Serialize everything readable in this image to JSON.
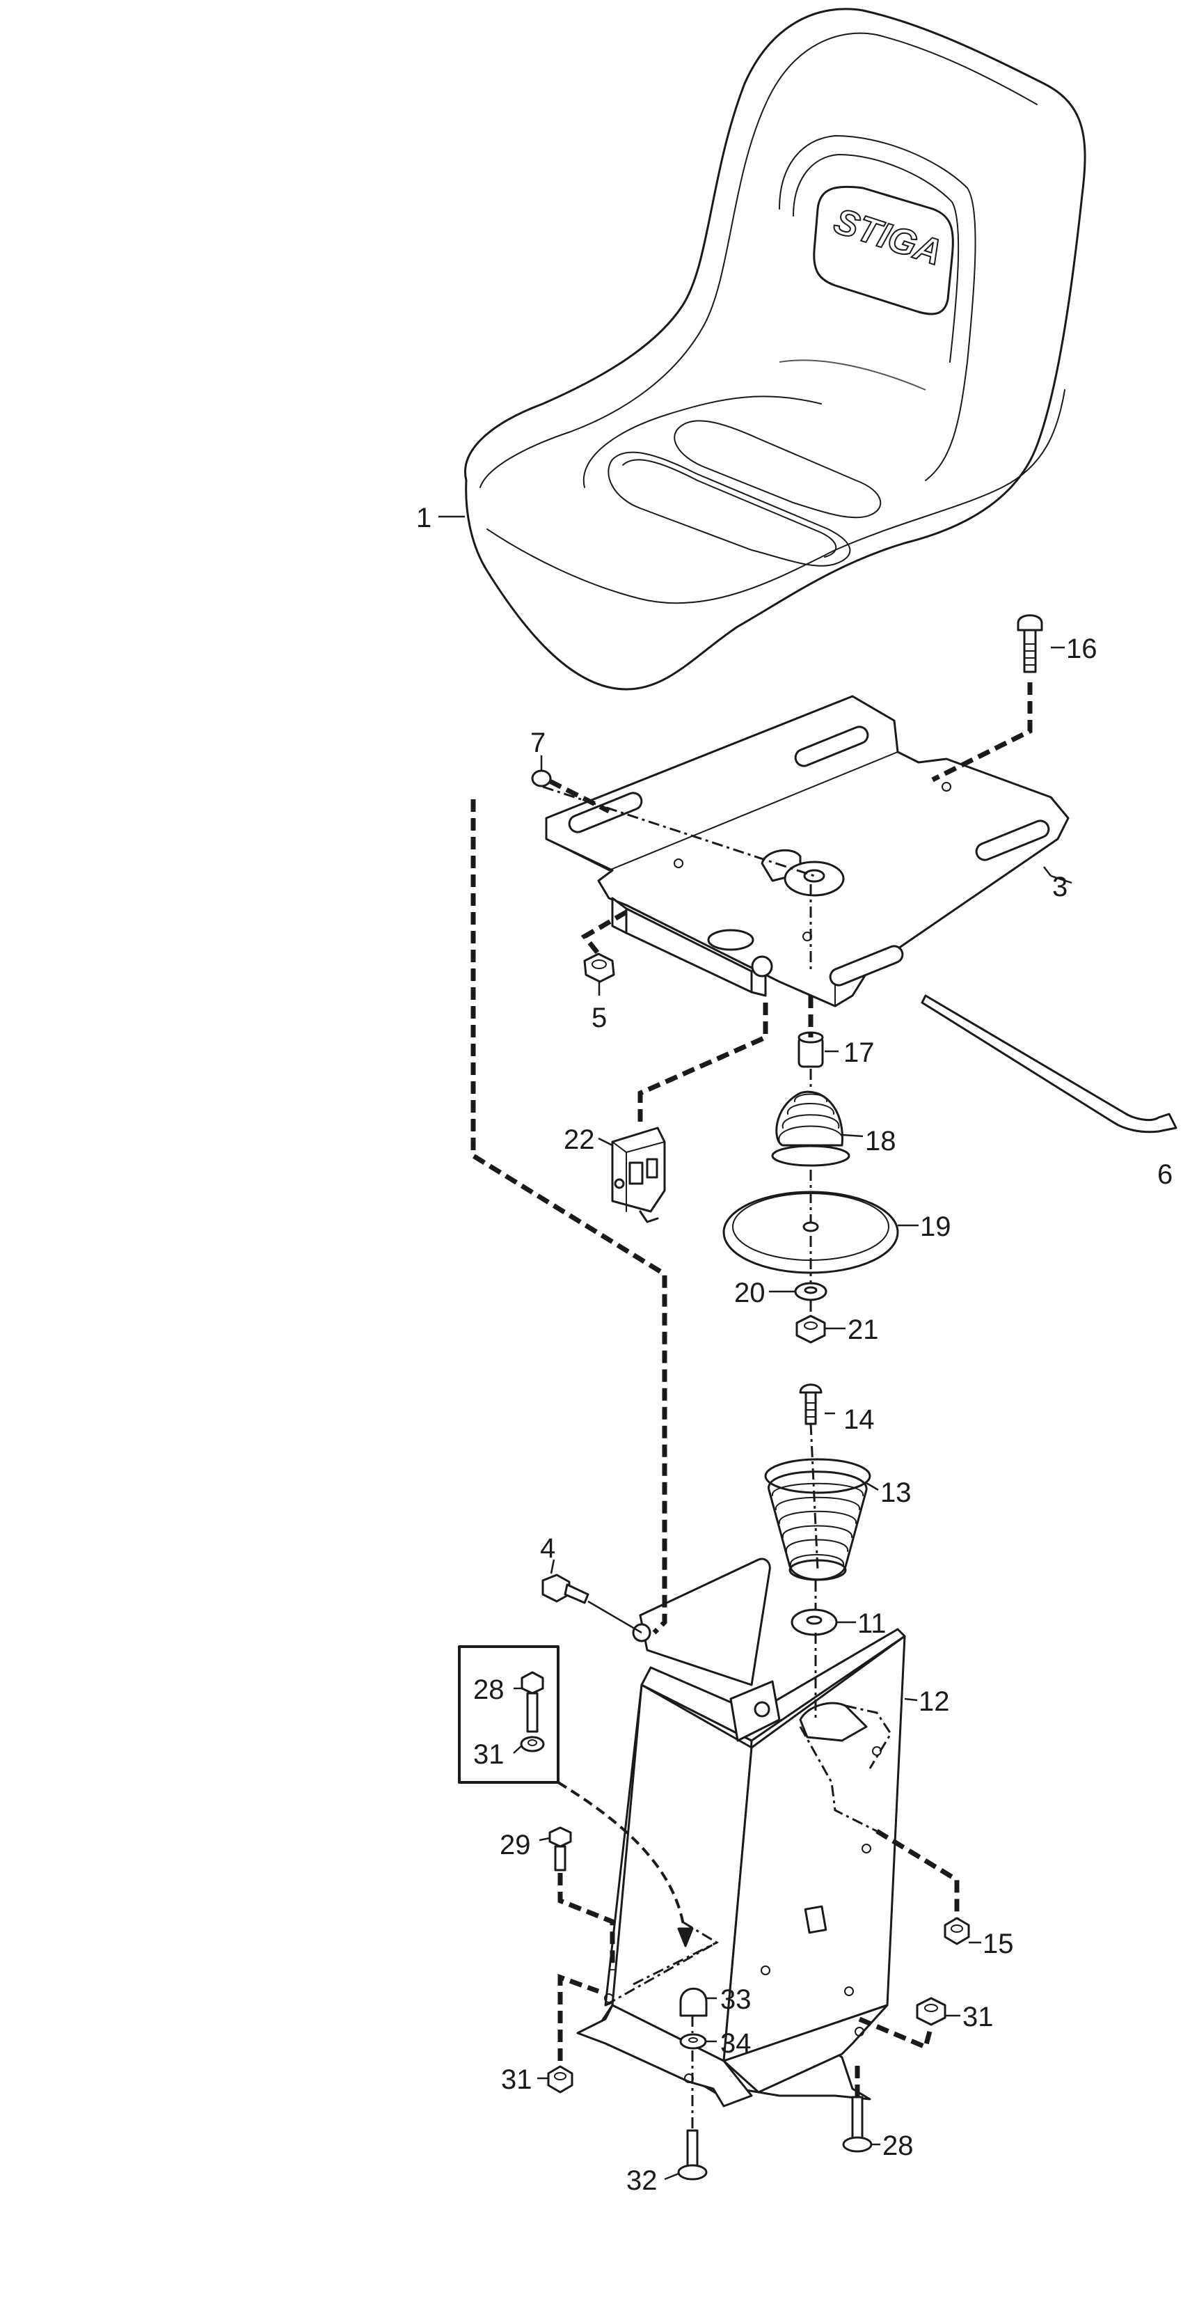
{
  "brand": {
    "logo_text": "STIGA"
  },
  "callouts": [
    {
      "id": "c1",
      "label": "1"
    },
    {
      "id": "c3",
      "label": "3"
    },
    {
      "id": "c4",
      "label": "4"
    },
    {
      "id": "c5",
      "label": "5"
    },
    {
      "id": "c6",
      "label": "6"
    },
    {
      "id": "c7",
      "label": "7"
    },
    {
      "id": "c11",
      "label": "11"
    },
    {
      "id": "c12",
      "label": "12"
    },
    {
      "id": "c13",
      "label": "13"
    },
    {
      "id": "c14",
      "label": "14"
    },
    {
      "id": "c15",
      "label": "15"
    },
    {
      "id": "c16",
      "label": "16"
    },
    {
      "id": "c17",
      "label": "17"
    },
    {
      "id": "c18",
      "label": "18"
    },
    {
      "id": "c19",
      "label": "19"
    },
    {
      "id": "c20",
      "label": "20"
    },
    {
      "id": "c21",
      "label": "21"
    },
    {
      "id": "c22",
      "label": "22"
    },
    {
      "id": "c28a",
      "label": "28"
    },
    {
      "id": "c28b",
      "label": "28"
    },
    {
      "id": "c29",
      "label": "29"
    },
    {
      "id": "c31a",
      "label": "31"
    },
    {
      "id": "c31b",
      "label": "31"
    },
    {
      "id": "c31c",
      "label": "31"
    },
    {
      "id": "c32",
      "label": "32"
    },
    {
      "id": "c33",
      "label": "33"
    },
    {
      "id": "c34",
      "label": "34"
    }
  ],
  "colors": {
    "line": "#1a1a1a",
    "background": "#ffffff"
  }
}
